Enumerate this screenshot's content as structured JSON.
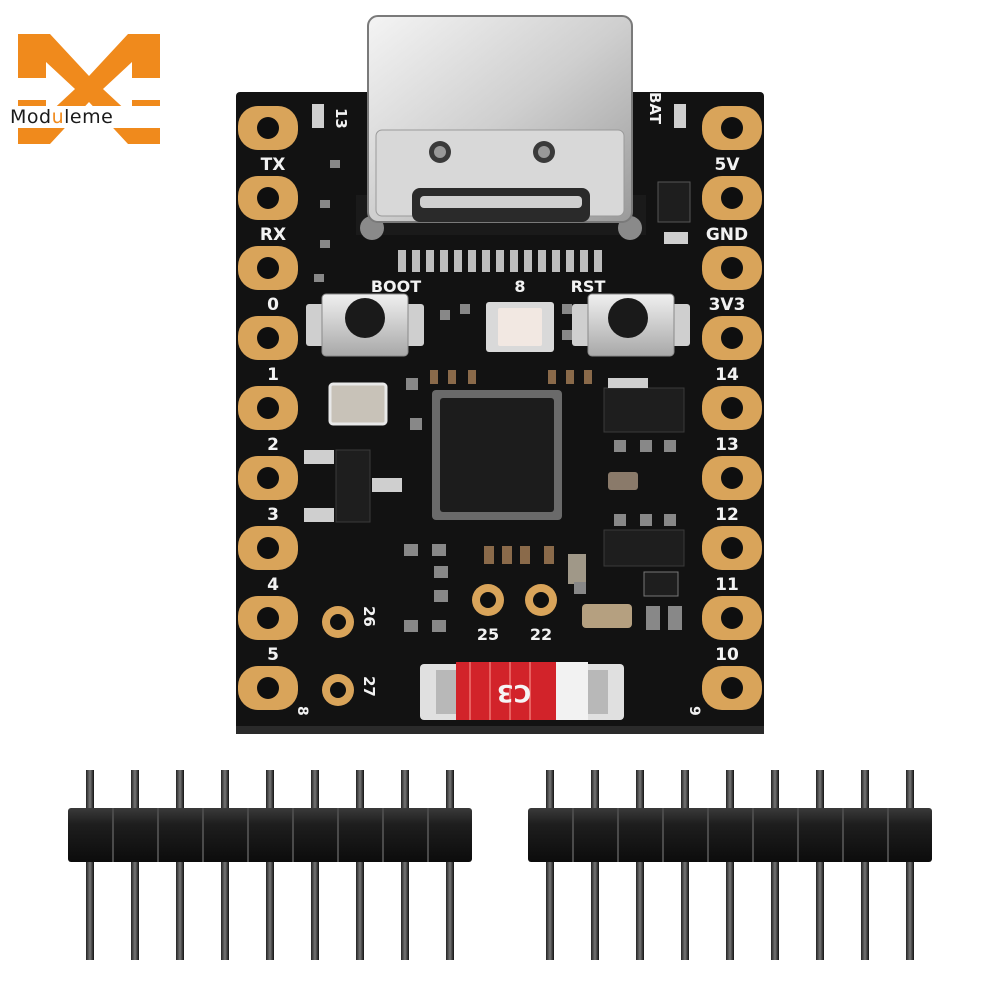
{
  "logo": {
    "brand_prefix": "Mod",
    "brand_highlight": "u",
    "brand_suffix": "leme"
  },
  "board": {
    "left_labels": [
      "TX",
      "RX",
      "0",
      "1",
      "2",
      "3",
      "4",
      "5"
    ],
    "right_labels": [
      "5V",
      "GND",
      "3V3",
      "14",
      "13",
      "12",
      "11",
      "10"
    ],
    "top_left_label": "13",
    "top_right_label": "BAT",
    "bottom_left_corner": "8",
    "bottom_right_corner": "9",
    "button_labels": {
      "boot": "BOOT",
      "led": "8",
      "reset": "RST"
    },
    "inner_pads": {
      "p25": "25",
      "p22": "22",
      "p26": "26",
      "p27": "27"
    },
    "chip_label": "C3"
  },
  "colors": {
    "pcb": "#121212",
    "gold": "#d9a45a",
    "orange": "#f08a1c",
    "red_chip": "#d2232a"
  }
}
